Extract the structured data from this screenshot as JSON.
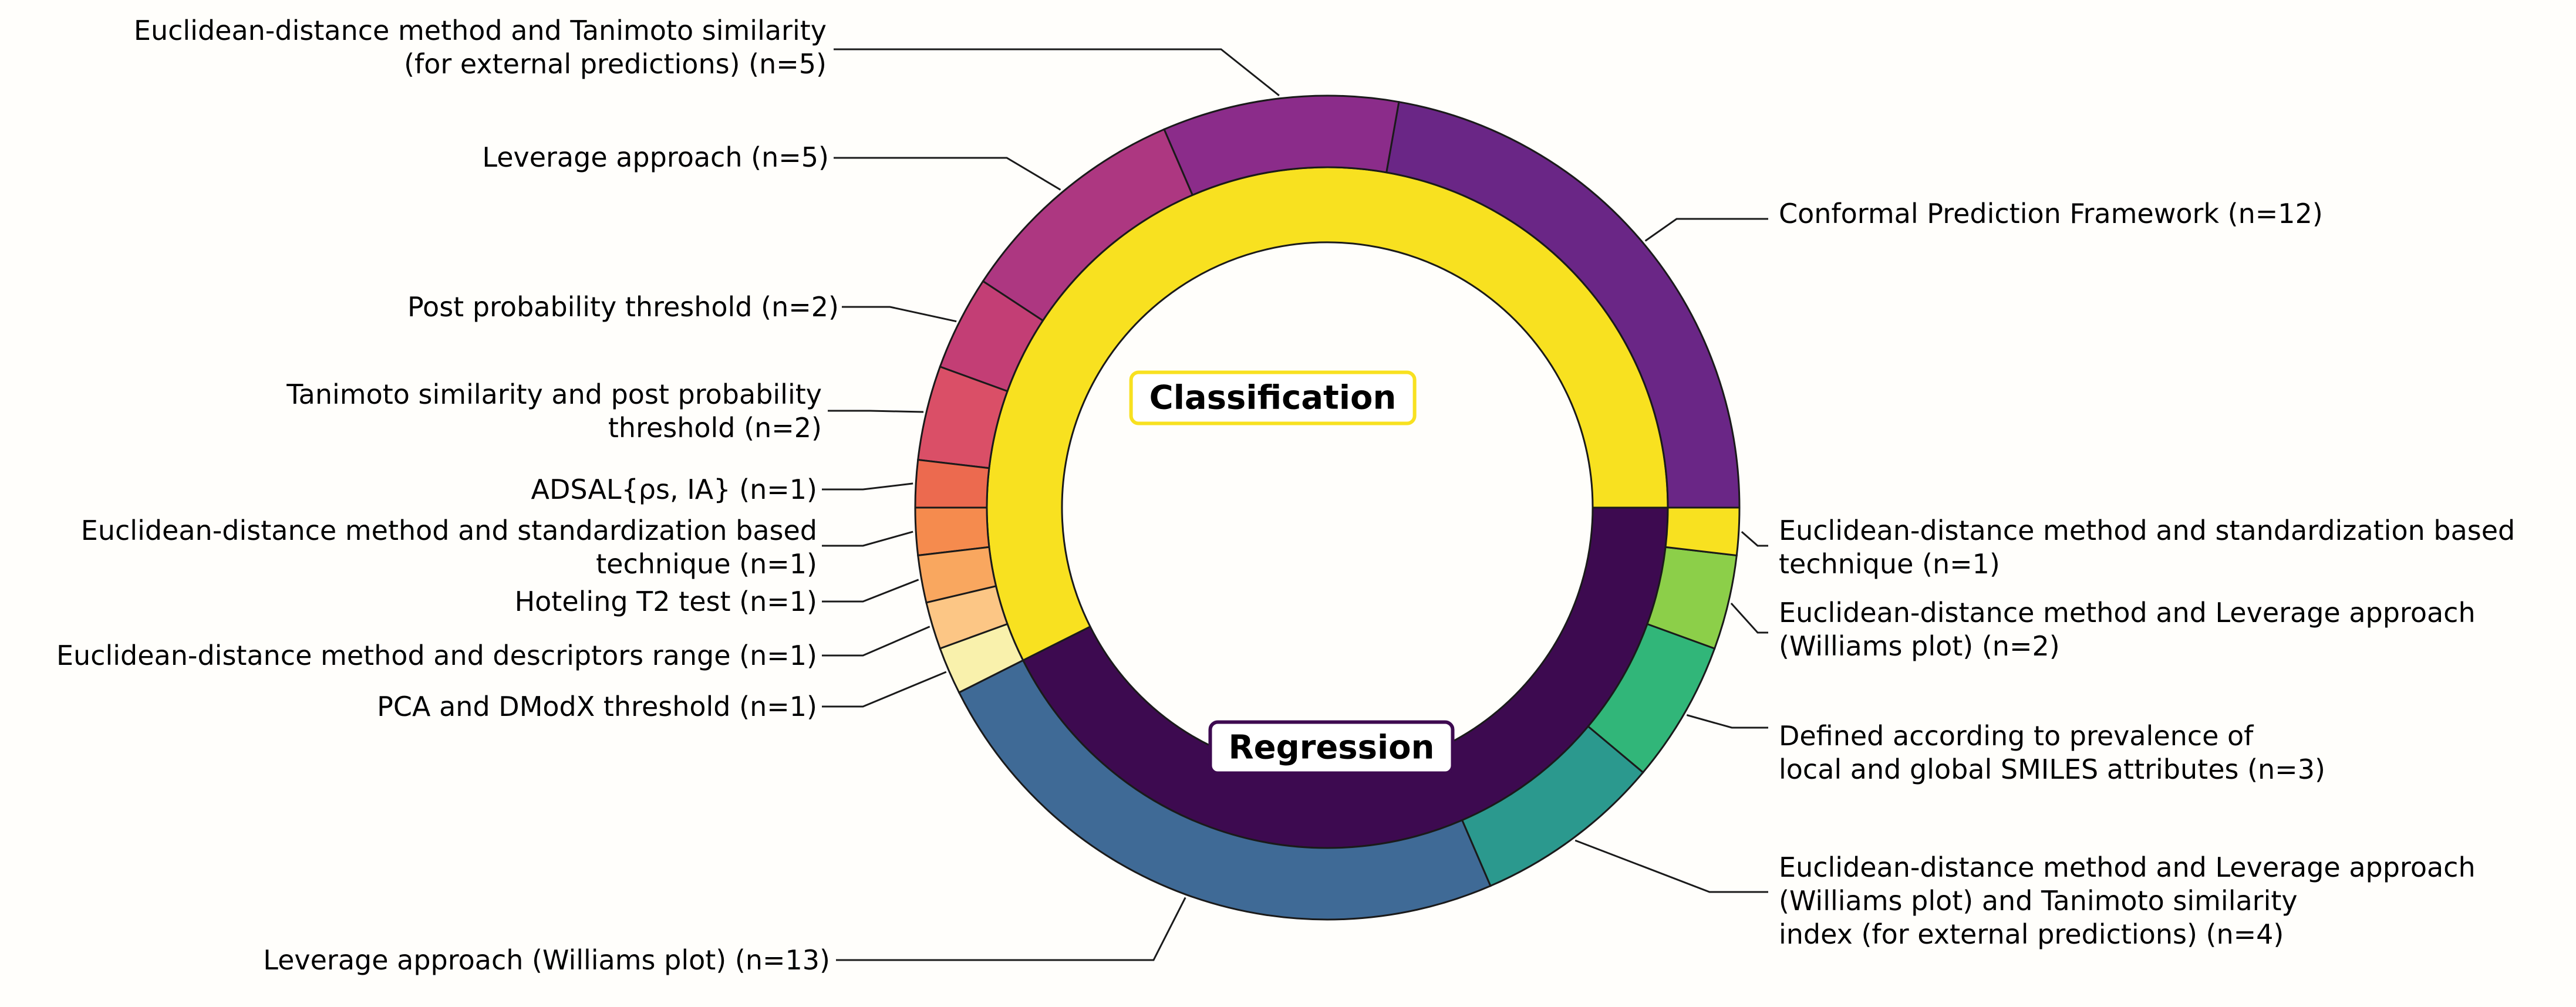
{
  "figure": {
    "background_color": "#fffefb",
    "edge_color": "#1a1a1a"
  },
  "chart_data": {
    "type": "pie",
    "variant": "nested_donut",
    "title": "",
    "legend_position": "none",
    "grid": false,
    "start_angle_deg": 0,
    "direction": "counterclockwise",
    "total": 54,
    "inner_ring": [
      {
        "label": "Classification",
        "value": 31,
        "color": "#f8e120",
        "box_border_color": "#f8e120"
      },
      {
        "label": "Regression",
        "value": 23,
        "color": "#3d0a50",
        "box_border_color": "#3d0a50"
      }
    ],
    "outer_ring": [
      {
        "label": "Conformal Prediction Framework",
        "n": 12,
        "parent": "Classification",
        "color": "#6a2686",
        "callout": "Conformal Prediction Framework (n=12)"
      },
      {
        "label": "Euclidean-distance method and Tanimoto similarity (for external predictions)",
        "n": 5,
        "parent": "Classification",
        "color": "#8b2c8a",
        "callout": "Euclidean-distance method and Tanimoto similarity\n(for external predictions) (n=5)"
      },
      {
        "label": "Leverage approach",
        "n": 5,
        "parent": "Classification",
        "color": "#ad3781",
        "callout": "Leverage approach (n=5)"
      },
      {
        "label": "Post probability threshold",
        "n": 2,
        "parent": "Classification",
        "color": "#c33e75",
        "callout": "Post probability threshold (n=2)"
      },
      {
        "label": "Tanimoto similarity and post probability threshold",
        "n": 2,
        "parent": "Classification",
        "color": "#da4f67",
        "callout": "Tanimoto similarity and post probability\nthreshold (n=2)"
      },
      {
        "label": "ADSAL{ρs, IA}",
        "n": 1,
        "parent": "Classification",
        "color": "#ec6a4f",
        "callout": "ADSAL{ρs, IA} (n=1)"
      },
      {
        "label": "Euclidean-distance method and standardization based technique",
        "n": 1,
        "parent": "Classification",
        "color": "#f58b4e",
        "callout": "Euclidean-distance method and standardization based\ntechnique (n=1)"
      },
      {
        "label": "Hoteling T2 test",
        "n": 1,
        "parent": "Classification",
        "color": "#f9a75f",
        "callout": "Hoteling T2 test (n=1)"
      },
      {
        "label": "Euclidean-distance method and descriptors range",
        "n": 1,
        "parent": "Classification",
        "color": "#fcc685",
        "callout": "Euclidean-distance method and descriptors range (n=1)"
      },
      {
        "label": "PCA and DModX threshold",
        "n": 1,
        "parent": "Classification",
        "color": "#f9f1ac",
        "callout": "PCA and DModX threshold (n=1)"
      },
      {
        "label": "Leverage approach (Williams plot)",
        "n": 13,
        "parent": "Regression",
        "color": "#3f6a96",
        "callout": "Leverage approach (Williams plot) (n=13)"
      },
      {
        "label": "Euclidean-distance method and Leverage approach (Williams plot) and Tanimoto similarity index (for external predictions)",
        "n": 4,
        "parent": "Regression",
        "color": "#2b998e",
        "callout": "Euclidean-distance method and Leverage approach\n(Williams plot) and Tanimoto similarity\nindex (for external predictions) (n=4)"
      },
      {
        "label": "Defined according to prevalence of local and global SMILES attributes",
        "n": 3,
        "parent": "Regression",
        "color": "#31b679",
        "callout": "Defined according to prevalence of\nlocal and global SMILES attributes (n=3)"
      },
      {
        "label": "Euclidean-distance method and Leverage approach (Williams plot)",
        "n": 2,
        "parent": "Regression",
        "color": "#8ccf49",
        "callout": "Euclidean-distance method and Leverage approach\n(Williams plot) (n=2)"
      },
      {
        "label": "Euclidean-distance method and standardization based technique",
        "n": 1,
        "parent": "Regression",
        "color": "#f8e120",
        "callout": "Euclidean-distance method and standardization based\ntechnique (n=1)"
      }
    ]
  }
}
